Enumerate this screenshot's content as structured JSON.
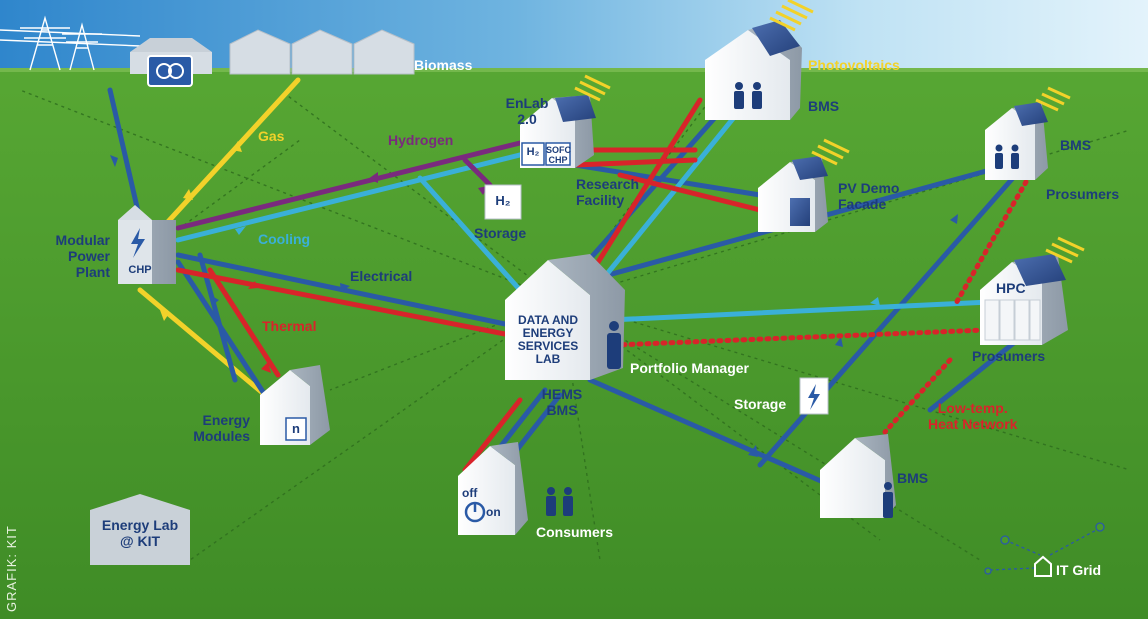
{
  "colors": {
    "grass": "#4a9a2c",
    "sky_top": "#2f86cc",
    "sky_bottom": "#d9eef8",
    "electrical": "#2a5aa6",
    "cooling": "#3ab0d8",
    "thermal": "#d8242a",
    "gas": "#f2d22a",
    "hydrogen": "#7a2a7e",
    "text": "#1d3d7a"
  },
  "labels": {
    "biomass": "Biomass",
    "gas": "Gas",
    "hydrogen": "Hydrogen",
    "cooling": "Cooling",
    "electrical": "Electrical",
    "thermal": "Thermal",
    "photovoltaics": "Photovoltaics",
    "bms_top": "BMS",
    "bms_right": "BMS",
    "bms_bottom": "BMS",
    "enlab_line1": "EnLab",
    "enlab_line2": "2.0",
    "research_line1": "Research",
    "research_line2": "Facility",
    "storage_h2": "Storage",
    "pv_demo_line1": "PV Demo",
    "pv_demo_line2": "Facade",
    "prosumers_top": "Prosumers",
    "prosumers_mid": "Prosumers",
    "hpc": "HPC",
    "modular_line1": "Modular",
    "modular_line2": "Power",
    "modular_line3": "Plant",
    "chp": "CHP",
    "desl_line1": "DATA AND",
    "desl_line2": "ENERGY",
    "desl_line3": "SERVICES",
    "desl_line4": "LAB",
    "portfolio_manager": "Portfolio Manager",
    "hems_line1": "HEMS",
    "hems_line2": "BMS",
    "storage_battery": "Storage",
    "lowtemp_line1": "Low-temp.",
    "lowtemp_line2": "Heat Network",
    "energy_modules_line1": "Energy",
    "energy_modules_line2": "Modules",
    "module_n": "n",
    "consumers": "Consumers",
    "off": "off",
    "on": "on",
    "energylab_line1": "Energy Lab",
    "energylab_line2": "@ KIT",
    "it_grid": "IT Grid",
    "h2_box": "H₂",
    "h2_small": "H₂",
    "sofc_line1": "SOFC",
    "sofc_line2": "CHP",
    "credit": "GRAFIK: KIT"
  },
  "icons": {
    "transformer": "transformer-icon",
    "lightning": "lightning-icon",
    "people": "people-icon",
    "person": "person-icon",
    "solar_panel": "solar-panel-icon",
    "power_switch": "power-switch-icon",
    "network_node": "network-node-icon"
  }
}
